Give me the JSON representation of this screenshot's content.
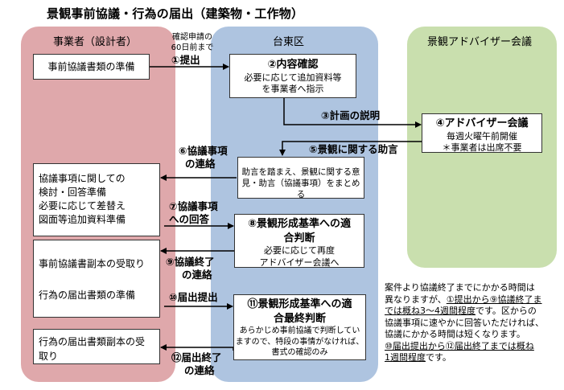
{
  "title": "景観事前協議・行為の届出（建築物・工作物）",
  "lanes": {
    "applicant": {
      "title": "事業者（設計者）",
      "color": "#dfa8ab"
    },
    "ward": {
      "title": "台東区",
      "color": "#aec4e0"
    },
    "council": {
      "title": "景観アドバイザー会議",
      "color": "#c9dfae"
    }
  },
  "boxes": {
    "prep": {
      "text": "事前協議書類の準備"
    },
    "review": {
      "title": "②内容確認",
      "line1": "必要に応じて追加資料等",
      "line2": "を事業者へ指示"
    },
    "advisor": {
      "title": "④アドバイザー会議",
      "line1": "毎週火曜午前開催",
      "line2": "＊事業者は出席不要"
    },
    "summarize": {
      "line1": "助言を踏まえ、景観に関する意",
      "line2": "見・助言（協議事項）をまとめる"
    },
    "respond": {
      "line1": "協議事項に関しての",
      "line2": "検討・回答準備",
      "line3": "必要に応じて差替え",
      "line4": "図面等追加資料準備"
    },
    "judge": {
      "line1": "⑧景観形成基準への適",
      "line2": "合判断",
      "line3": "必要に応じて再度",
      "line4": "アドバイザー会議へ"
    },
    "receive": {
      "line1": "事前協議書副本の受取り",
      "line2": "行為の届出書類の準備"
    },
    "final": {
      "line1": "⑪景観形成基準への適",
      "line2": "合最終判断",
      "line3": "あらかじめ事前協議で判断してい",
      "line4": "ますので、特段の事情がなければ、",
      "line5": "書式の確認のみ"
    },
    "notice": {
      "line1": "行為の届出書類副本の受",
      "line2": "取り"
    }
  },
  "labels": {
    "deadline1": "確認申請の",
    "deadline2": "60日前まで",
    "submit": "①提出",
    "explain": "③計画の説明",
    "advice": "⑤景観に関する助言",
    "contact1": "⑥協議事項",
    "contact2": "の連絡",
    "answer1": "⑦協議事項",
    "answer2": "への回答",
    "end1": "⑨協議終了",
    "end2": "の連絡",
    "file": "⑩届出提出",
    "fileEnd1": "⑫届出終了",
    "fileEnd2": "の連絡"
  },
  "note": {
    "p1": "案件より協議終了までにかかる時間は",
    "p2a": "異なりますが、",
    "p2u": "①提出から⑨協議終了ま",
    "p3u": "では概ね3～4週間程度",
    "p3b": "です。区からの",
    "p4": "協議事項に速やかに回答いただければ、",
    "p5": "協議にかかる時間は短くなります。",
    "p6u": "⑩届出提出から⑫届出終了までは概ね",
    "p7u": "1週間程度",
    "p7b": "です。"
  }
}
